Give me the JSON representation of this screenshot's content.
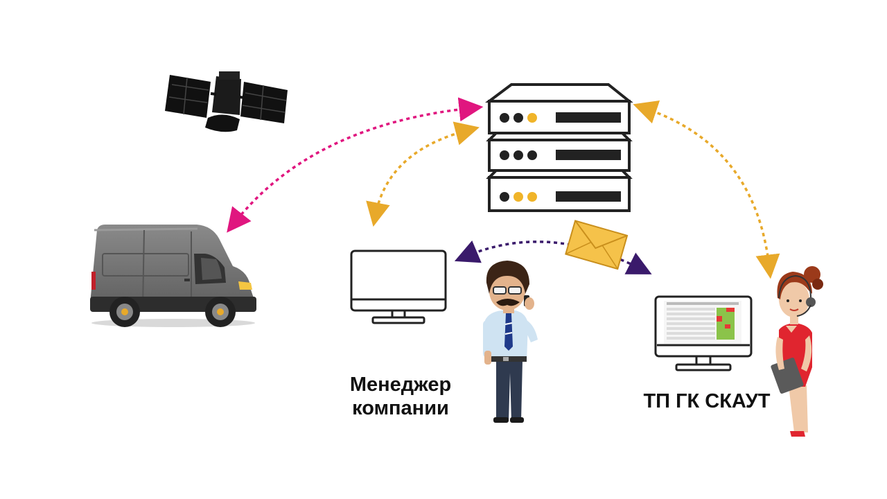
{
  "labels": {
    "manager_line1": "Менеджер",
    "manager_line2": "компании",
    "support": "ТП ГК СКАУТ"
  },
  "colors": {
    "magenta_arrow": "#e0167f",
    "yellow_arrow": "#e8a92a",
    "purple_arrow": "#3a1a6b",
    "server_accent": "#f0b429",
    "outline": "#222222",
    "envelope": "#f5c24a",
    "van_body": "#6b6b6b",
    "dress": "#e0252f"
  },
  "icons": [
    "satellite-icon",
    "server-icon",
    "van-icon",
    "monitor-icon",
    "envelope-icon",
    "manager-figure",
    "operator-figure"
  ]
}
